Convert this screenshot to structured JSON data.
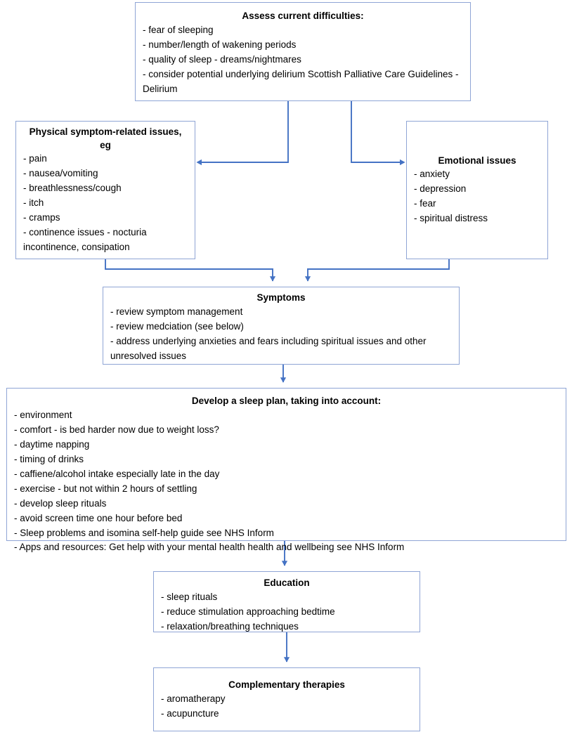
{
  "diagram": {
    "title": "Sleep management pathway",
    "accent_line_color": "#4472C4",
    "box_border_color": "#8FA5D5",
    "background_color": "#FFFFFF",
    "text_color": "#000000"
  },
  "nodes": {
    "assess": {
      "title": "Assess current difficulties:",
      "lines": [
        "- fear of sleeping",
        "- number/length of wakening periods",
        "- quality of sleep - dreams/nightmares",
        "- consider potential underlying delirium Scottish Palliative Care Guidelines - Delirium"
      ]
    },
    "physical": {
      "title": "Physical symptom-related issues, eg",
      "lines": [
        "- pain",
        "- nausea/vomiting",
        "- breathlessness/cough",
        "- itch",
        "- cramps",
        "- continence issues - nocturia incontinence, consipation"
      ]
    },
    "emotional": {
      "title": "Emotional issues",
      "lines": [
        "- anxiety",
        "- depression",
        "- fear",
        "- spiritual distress"
      ]
    },
    "symptoms": {
      "title": "Symptoms",
      "lines": [
        "- review symptom management",
        "- review medciation (see below)",
        "- address underlying anxieties and fears including spiritual issues and other unresolved issues"
      ]
    },
    "sleepplan": {
      "title": "Develop a sleep plan, taking into account:",
      "lines": [
        "- environment",
        "- comfort - is bed harder now due to weight loss?",
        "- daytime napping",
        "- timing of drinks",
        "- caffiene/alcohol intake especially late in the day",
        "- exercise - but not within 2 hours of settling",
        "- develop sleep rituals",
        "- avoid screen time one hour before bed",
        "- Sleep problems and isomina self-help guide see NHS Inform",
        "- Apps and resources: Get help with your mental health health and wellbeing see NHS Inform"
      ]
    },
    "education": {
      "title": "Education",
      "lines": [
        "- sleep rituals",
        "- reduce stimulation approaching bedtime",
        "- relaxation/breathing techniques"
      ]
    },
    "complementary": {
      "title": "Complementary therapies",
      "lines": [
        "- aromatherapy",
        "- acupuncture"
      ]
    }
  },
  "connectors": [
    {
      "name": "assess-to-physical",
      "from": "assess",
      "to": "physical",
      "style": "elbow-left-arrow"
    },
    {
      "name": "assess-to-emotional",
      "from": "assess",
      "to": "emotional",
      "style": "elbow-right-arrow"
    },
    {
      "name": "physical-to-symptoms",
      "from": "physical",
      "to": "symptoms",
      "style": "elbow-down-arrow"
    },
    {
      "name": "emotional-to-symptoms",
      "from": "emotional",
      "to": "symptoms",
      "style": "elbow-down-arrow"
    },
    {
      "name": "symptoms-to-sleepplan",
      "from": "symptoms",
      "to": "sleepplan",
      "style": "straight-down-arrow"
    },
    {
      "name": "sleepplan-to-education",
      "from": "sleepplan",
      "to": "education",
      "style": "straight-down-arrow"
    },
    {
      "name": "education-to-complementary",
      "from": "education",
      "to": "complementary",
      "style": "straight-down-arrow"
    }
  ]
}
